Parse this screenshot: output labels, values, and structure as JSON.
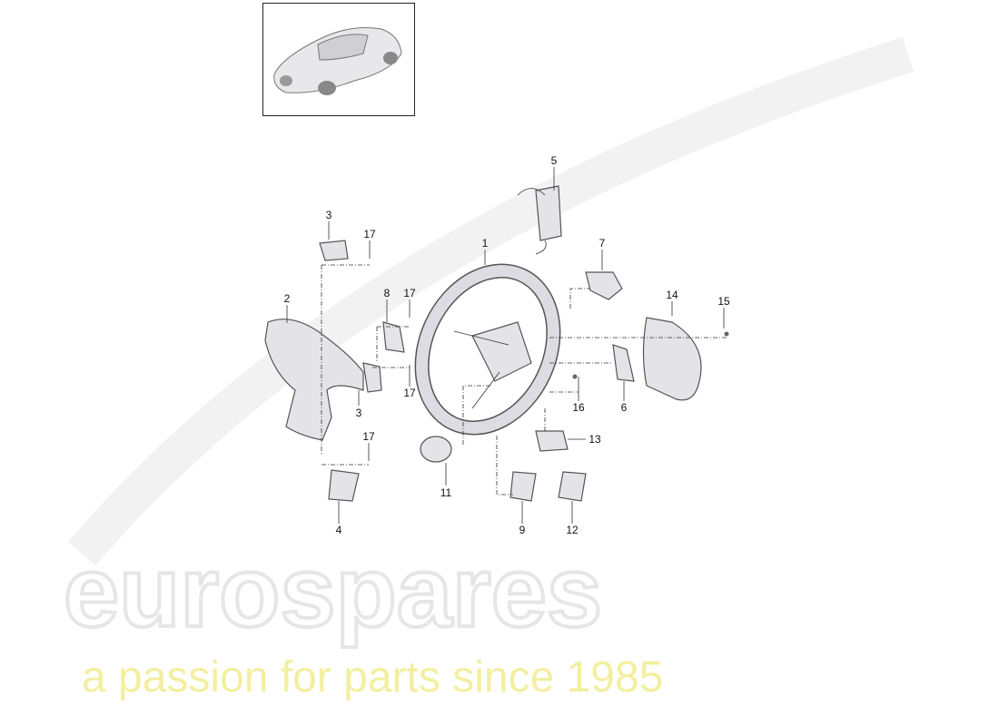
{
  "watermark": {
    "brand": "eurospares",
    "tagline": "a passion for parts since 1985"
  },
  "thumbnail": {
    "description_icon": "car-thumbnail-icon"
  },
  "callouts": [
    "1",
    "2",
    "3",
    "17",
    "8",
    "17",
    "3",
    "17",
    "17",
    "4",
    "5",
    "7",
    "14",
    "15",
    "6",
    "16",
    "13",
    "11",
    "9",
    "12"
  ]
}
